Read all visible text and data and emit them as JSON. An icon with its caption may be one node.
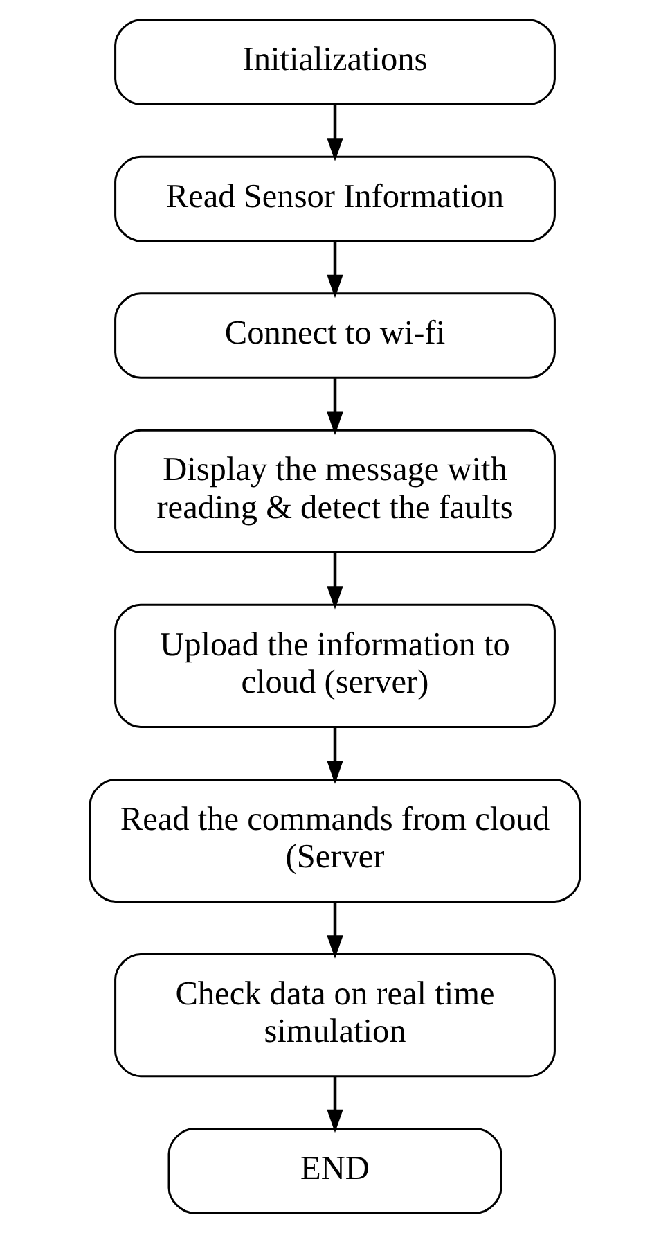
{
  "diagram": {
    "nodes": [
      {
        "text": [
          "Initializations"
        ]
      },
      {
        "text": [
          "Read Sensor Information"
        ]
      },
      {
        "text": [
          "Connect to wi-fi"
        ]
      },
      {
        "text": [
          "Display the message with reading & detect the faults"
        ]
      },
      {
        "text": [
          "Upload the information to cloud (server)"
        ]
      },
      {
        "text": [
          "Read the commands from cloud (Server"
        ]
      },
      {
        "text": [
          "Check data on real time simulation"
        ]
      },
      {
        "text": [
          "END"
        ]
      }
    ],
    "edges": [
      {
        "from": 0,
        "to": 1,
        "arrow": "to"
      },
      {
        "from": 1,
        "to": 2,
        "arrow": "to"
      },
      {
        "from": 2,
        "to": 3,
        "arrow": "to"
      },
      {
        "from": 3,
        "to": 4,
        "arrow": "to"
      },
      {
        "from": 4,
        "to": 5,
        "arrow": "to"
      },
      {
        "from": 5,
        "to": 6,
        "arrow": "to"
      },
      {
        "from": 6,
        "to": 7,
        "arrow": "to"
      }
    ]
  }
}
